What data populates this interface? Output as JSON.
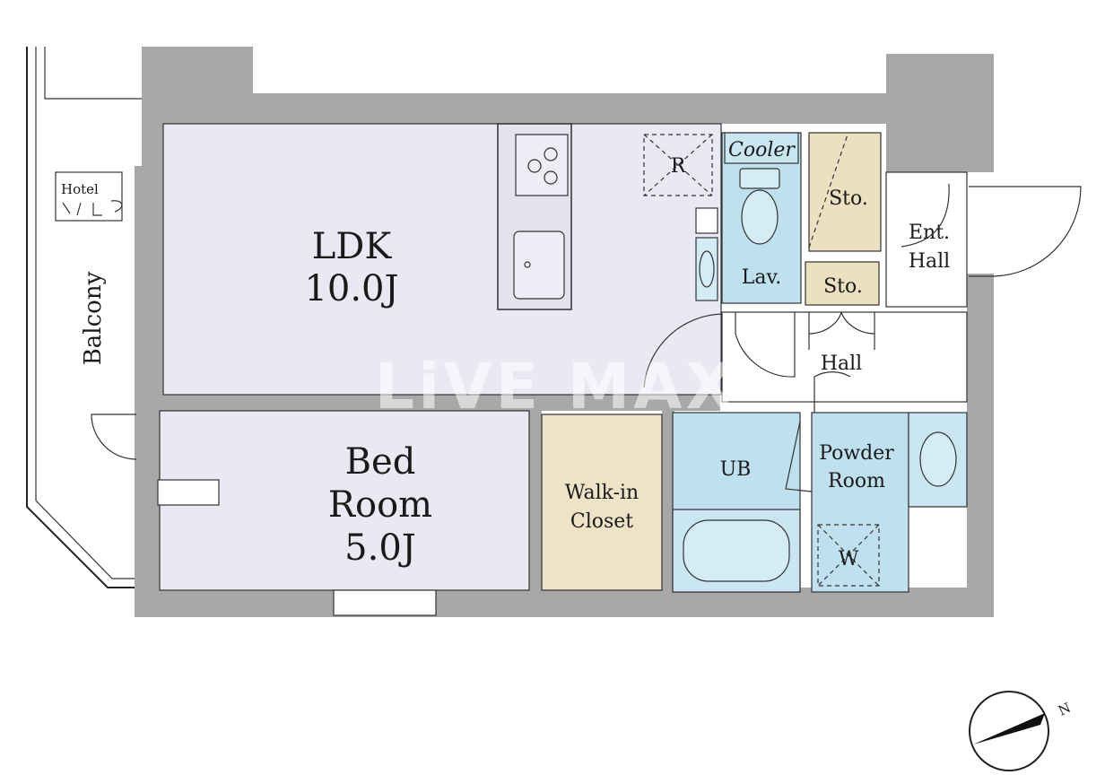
{
  "rooms": {
    "ldk": {
      "name": "LDK",
      "size": "10.0J"
    },
    "bedroom": {
      "name_line1": "Bed",
      "name_line2": "Room",
      "size": "5.0J"
    },
    "walk_in_closet": {
      "line1": "Walk-in",
      "line2": "Closet"
    },
    "ub": "UB",
    "powder_room": {
      "line1": "Powder",
      "line2": "Room"
    },
    "lavatory": "Lav.",
    "cooler": "Cooler",
    "storage_upper": "Sto.",
    "storage_lower": "Sto.",
    "entrance_hall": {
      "line1": "Ent.",
      "line2": "Hall"
    },
    "hall": "Hall",
    "refrigerator": "R",
    "washer": "W",
    "balcony": "Balcony",
    "hotel_sign": "Hotel"
  },
  "watermark": "LiVE MAX",
  "compass": {
    "label": "N"
  },
  "colors": {
    "wall": "#a8a8a8",
    "living": "#e9e9f4",
    "wet": "#bfe0ee",
    "closet": "#eee3c6",
    "storage": "#ece0c0",
    "hall": "#ffffff"
  }
}
